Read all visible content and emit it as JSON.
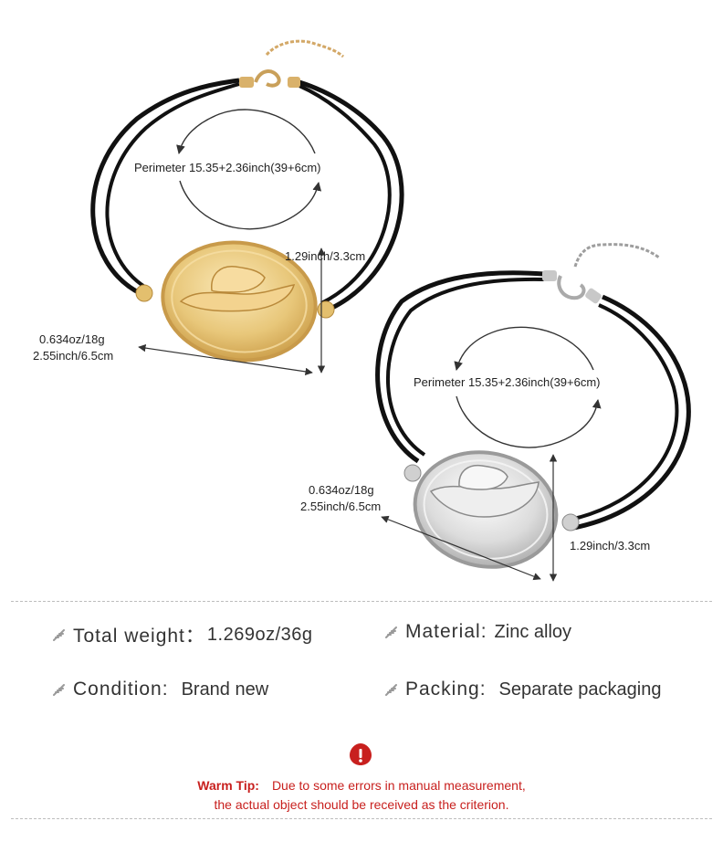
{
  "bracelet_gold": {
    "perimeter": "Perimeter 15.35+2.36inch(39+6cm)",
    "height": "1.29inch/3.3cm",
    "weight": "0.634oz/18g",
    "width": "2.55inch/6.5cm"
  },
  "bracelet_silver": {
    "perimeter": "Perimeter 15.35+2.36inch(39+6cm)",
    "height": "1.29inch/3.3cm",
    "weight": "0.634oz/18g",
    "width": "2.55inch/6.5cm"
  },
  "specs": {
    "total_weight_label": "Total weight：",
    "total_weight_value": "1.269oz/36g",
    "material_label": "Material:",
    "material_value": "Zinc alloy",
    "condition_label": "Condition:",
    "condition_value": "Brand new",
    "packing_label": "Packing:",
    "packing_value": "Separate packaging"
  },
  "warm_tip": {
    "label": "Warm Tip:",
    "line1": "Due to some errors in manual measurement,",
    "line2": "the actual object should be received as the criterion."
  },
  "colors": {
    "gold": "#e8c77a",
    "silver": "#d6d6d6",
    "cord": "#111111",
    "warning_red": "#c8201e"
  },
  "icons": [
    "feather-icon",
    "warning-icon"
  ]
}
